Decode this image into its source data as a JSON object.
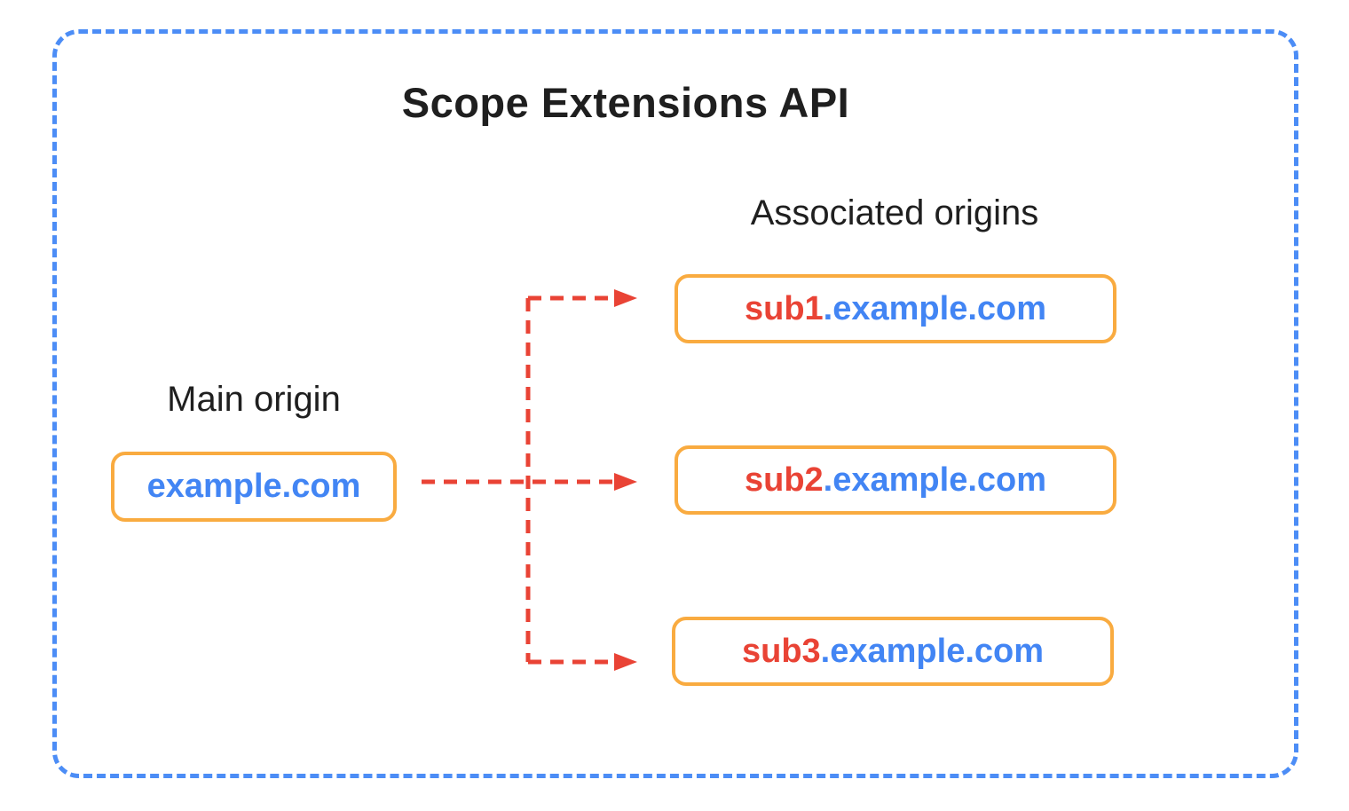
{
  "diagram": {
    "title": "Scope Extensions API",
    "main_origin": {
      "label": "Main origin",
      "domain": "example.com"
    },
    "associated_origins": {
      "label": "Associated origins",
      "items": [
        {
          "subdomain": "sub1",
          "domain_suffix": ".example.com"
        },
        {
          "subdomain": "sub2",
          "domain_suffix": ".example.com"
        },
        {
          "subdomain": "sub3",
          "domain_suffix": ".example.com"
        }
      ]
    },
    "colors": {
      "frame_blue": "#4C8DF6",
      "domain_blue": "#4285F4",
      "subdomain_red": "#E94335",
      "arrow_red": "#E94335",
      "box_border_orange": "#F9AB40",
      "text_black": "#1F1F1F",
      "background": "#FFFFFF"
    }
  }
}
